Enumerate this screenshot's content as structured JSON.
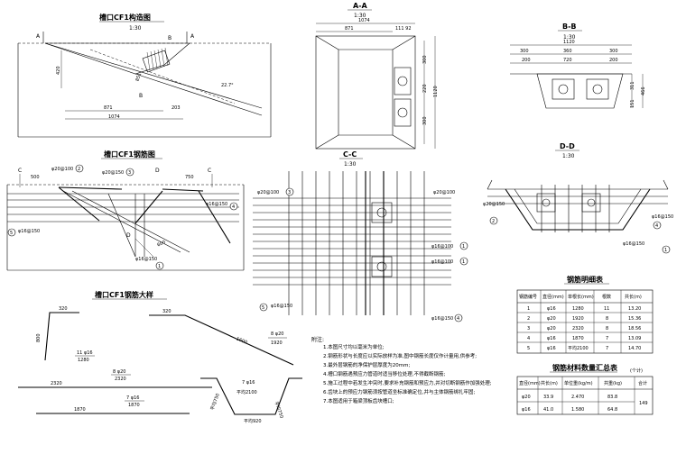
{
  "views": {
    "structure": {
      "title": "槽口CF1构造图",
      "scale": "1:30",
      "section_a_left": "A",
      "section_a_right": "A",
      "section_b_top": "B",
      "section_b_bottom": "B",
      "dim_height": "420",
      "dim_871": "871",
      "dim_203": "203",
      "dim_1074": "1074",
      "dim_851": "851",
      "dim_angle": "22.7°"
    },
    "section_aa": {
      "title": "A-A",
      "scale": "1:30",
      "dim_1074": "1074",
      "dim_871": "871",
      "dim_111_92": "111 92",
      "dim_300a": "300",
      "dim_220": "220",
      "dim_300b": "300",
      "dim_1120": "1120"
    },
    "section_bb": {
      "title": "B-B",
      "scale": "1:30",
      "dim_1120": "1120",
      "dim_300a": "300",
      "dim_360": "360",
      "dim_300b": "300",
      "dim_200a": "200",
      "dim_720": "720",
      "dim_200b": "200",
      "dim_311": "311",
      "dim_466": "466",
      "dim_151": "151"
    },
    "rebar": {
      "title": "槽口CF1钢筋图",
      "label_c_left": "C",
      "label_c_right": "C",
      "label_d_top": "D",
      "label_d_bottom": "D",
      "dim_500": "500",
      "dim_750": "750",
      "dim_600": "600",
      "bar1_label": "φ16@150",
      "bar2_label": "φ20@100",
      "bar3_label": "φ20@150",
      "bar4_label": "φ16@150",
      "bar5_label": "φ16@150",
      "num1": "1",
      "num2": "2",
      "num3": "3",
      "num4": "4",
      "num5": "5"
    },
    "section_cc": {
      "title": "C-C",
      "scale": "1:30",
      "lbl_top": "φ20@100",
      "lbl_right": "φ20@100",
      "lbl_mid1": "φ16@100",
      "lbl_mid2": "φ16@100",
      "lbl_bot_left": "φ16@150",
      "lbl_bot_right": "φ16@150",
      "num5": "5",
      "num3": "3",
      "num1a": "1",
      "num1b": "1",
      "num4": "4"
    },
    "section_dd": {
      "title": "D-D",
      "scale": "1:30",
      "lbl_left": "φ20@150",
      "lbl_right": "φ16@150",
      "lbl_bottom": "φ16@150",
      "num2": "2",
      "num4": "4",
      "num1": "1"
    },
    "detail": {
      "title": "槽口CF1钢筋大样",
      "d1_top": "320",
      "d1_side": "800",
      "d1_label": "11 φ16",
      "d1_len": "1280",
      "d2_top": "320",
      "d2_diag": "1600",
      "d2_label": "8 φ20",
      "d2_len": "1920",
      "d3_label": "8 φ20",
      "d3_len": "2320",
      "d3_bottom": "2320",
      "d4_label": "7 φ16",
      "d4_len": "1870",
      "d4_bottom": "1870",
      "d5_label": "7 φ16",
      "d5_len": "平均2100",
      "d5_left": "平均750",
      "d5_right": "平均750",
      "d5_bottom": "平均920"
    }
  },
  "notes": {
    "heading": "附注:",
    "lines": [
      "1.本图尺寸均以毫米为单位;",
      "2.钢筋形状与长度应以实际放样为准,图中钢筋长度仅作计量用,供参考;",
      "3.最外层钢筋的净保护层厚度为20mm;",
      "4.槽口钢筋遇预应力管道时适当移位处理,不得截断钢筋;",
      "5.施工过程中若发生冲突时,要求补充钢筋和预应力,并对切断钢筋作加强处理;",
      "6.齿块上的预应力钢筋须按管道坐标准确定位,并与主体钢筋绑扎牢固;",
      "7.本图适用于箱梁顶板齿块槽口;"
    ]
  },
  "rebar_table": {
    "title": "钢筋明细表",
    "headers": [
      "钢筋编号",
      "直径(mm)",
      "单根长(mm)",
      "根数",
      "共长(m)"
    ],
    "rows": [
      [
        "1",
        "φ16",
        "1280",
        "11",
        "13.20"
      ],
      [
        "2",
        "φ20",
        "1920",
        "8",
        "15.36"
      ],
      [
        "3",
        "φ20",
        "2320",
        "8",
        "18.56"
      ],
      [
        "4",
        "φ16",
        "1870",
        "7",
        "13.09"
      ],
      [
        "5",
        "φ16",
        "平均2100",
        "7",
        "14.70"
      ]
    ]
  },
  "material_table": {
    "title": "钢筋材料数量汇总表",
    "unit": "(个计)",
    "headers": [
      "直径(mm)",
      "共长(m)",
      "单位重(kg/m)",
      "共重(kg)",
      "合计"
    ],
    "rows": [
      [
        "φ20",
        "33.9",
        "2.470",
        "83.8",
        ""
      ],
      [
        "φ16",
        "41.0",
        "1.580",
        "64.8",
        "149"
      ]
    ]
  }
}
